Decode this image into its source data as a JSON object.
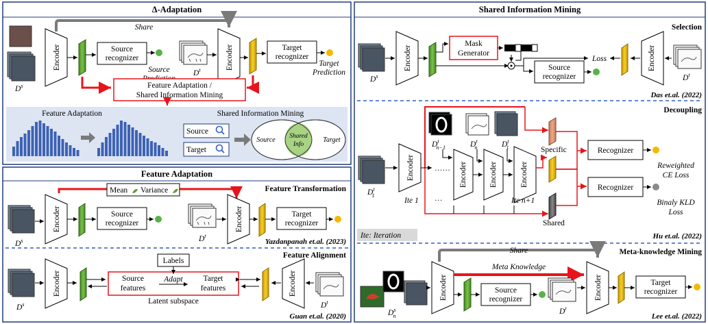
{
  "panels": {
    "delta": {
      "title": "Δ-Adaptation",
      "share": "Share",
      "encoder": "Encoder",
      "source_recognizer": [
        "Source",
        "recognizer"
      ],
      "target_recognizer": [
        "Target",
        "recognizer"
      ],
      "source_prediction": [
        "Source",
        "Prediction"
      ],
      "target_prediction": [
        "Target",
        "Prediction"
      ],
      "ds": "D",
      "ds_sup": "s",
      "dt": "D",
      "dt_sup": "t",
      "fa_sim": [
        "Feature Adaptation /",
        "Shared Information Mining"
      ],
      "feature_adaptation": "Feature Adaptation",
      "shared_info_mining": "Shared Information Mining",
      "source_btn": "Source",
      "target_btn": "Target",
      "venn_source": "Source",
      "venn_target": "Target",
      "venn_shared": [
        "Shared",
        "Info"
      ]
    },
    "feature_adaptation": {
      "title": "Feature Adaptation",
      "ft_title": "Feature Transformation",
      "mean": "Mean",
      "variance": "Variance",
      "encoder": "Encoder",
      "source_recognizer": [
        "Source",
        "recognizer"
      ],
      "target_recognizer": [
        "Target",
        "recognizer"
      ],
      "cite_ft": "Yazdanpanah et.al. (2023)",
      "fal_title": "Feature Alignment",
      "labels": "Labels",
      "adapt": "Adapt",
      "source_features": [
        "Source",
        "features"
      ],
      "target_features": [
        "Target",
        "features"
      ],
      "latent": "Latent subspace",
      "cite_fal": "Guan et.al. (2020)"
    },
    "sim": {
      "title": "Shared Information Mining",
      "selection": "Selection",
      "mask_generator": [
        "Mask",
        "Generator"
      ],
      "loss": "Loss",
      "source_recognizer": [
        "Source",
        "recognizer"
      ],
      "encoder": "Encoder",
      "cite_sel": "Das et.al. (2022)",
      "decoupling": "Decoupling",
      "ite1": "Ite 1",
      "iten": "Ite n+1",
      "specific": "Specific",
      "shared": "Shared",
      "recognizer": "Recognizer",
      "rw_loss": [
        "Reweighted",
        "CE Loss"
      ],
      "kld_loss": [
        "Binaly KLD",
        "Loss"
      ],
      "ite_note": "Ite: Iteration",
      "cite_dec": "Hu et.al. (2022)",
      "meta_title": "Meta-knowledge Mining",
      "share": "Share",
      "meta_knowledge": "Meta Knowledge",
      "target_recognizer": [
        "Target",
        "recognizer"
      ],
      "cite_meta": "Lee et.al. (2022)"
    }
  },
  "colors": {
    "red": "#e8141b",
    "green": "#5a9e2f",
    "gold": "#e2b100",
    "gray": "#7a7a7a",
    "panel_border": "#1f3b7a",
    "sub_bg": "#dde4f2",
    "bar": "#3d62b5",
    "dashed": "#2d5fc4"
  }
}
